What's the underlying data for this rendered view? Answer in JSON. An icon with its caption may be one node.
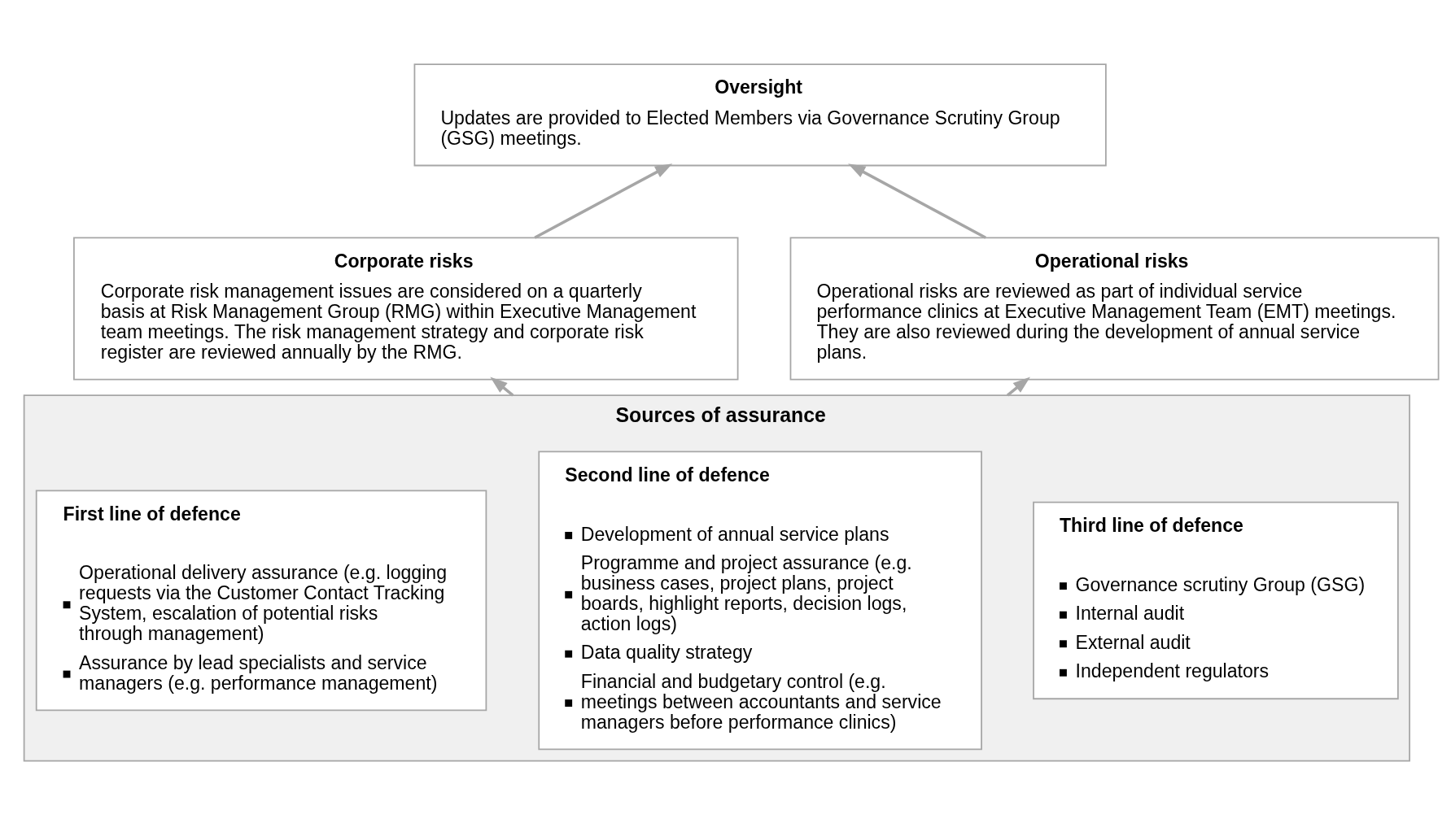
{
  "diagram": {
    "nodes": [
      {
        "text": [
          "Oversight",
          "Updates are provided to Elected Members via Governance Scrutiny Group (GSG) meetings."
        ]
      },
      {
        "text": [
          "Corporate risks",
          "Corporate risk management issues are considered on a quarterly basis at Risk Management Group (RMG) within Executive Management team meetings. The risk management strategy and corporate risk register are reviewed annually by the RMG."
        ]
      },
      {
        "text": [
          "Operational risks",
          "Operational risks are reviewed as part of individual service performance clinics at Executive Management Team (EMT) meetings. They are also reviewed during the development of annual service plans."
        ]
      },
      {
        "text": [
          "Sources of assurance"
        ]
      },
      {
        "text": [
          "First line of defence",
          "Operational delivery assurance (e.g. logging requests via the Customer Contact Tracking System, escalation of potential risks through management)",
          "Assurance by lead specialists and service managers (e.g. performance management)"
        ],
        "in": 3
      },
      {
        "text": [
          "Second line of defence",
          "Development of annual service plans",
          "Programme and project assurance (e.g. business cases, project plans, project boards, highlight reports, decision logs, action logs)",
          "Data quality strategy",
          "Financial and budgetary control (e.g. meetings between accountants and service managers before performance clinics)"
        ],
        "in": 3
      },
      {
        "text": [
          "Third line of defence",
          "Governance scrutiny Group (GSG)",
          "Internal audit",
          "External audit",
          "Independent regulators"
        ],
        "in": 3
      }
    ],
    "edges": [
      {
        "from": 1,
        "to": 0,
        "arrow": "to"
      },
      {
        "from": 2,
        "to": 0,
        "arrow": "to"
      },
      {
        "from": 3,
        "to": 1,
        "arrow": "to"
      },
      {
        "from": 3,
        "to": 2,
        "arrow": "to"
      }
    ]
  }
}
